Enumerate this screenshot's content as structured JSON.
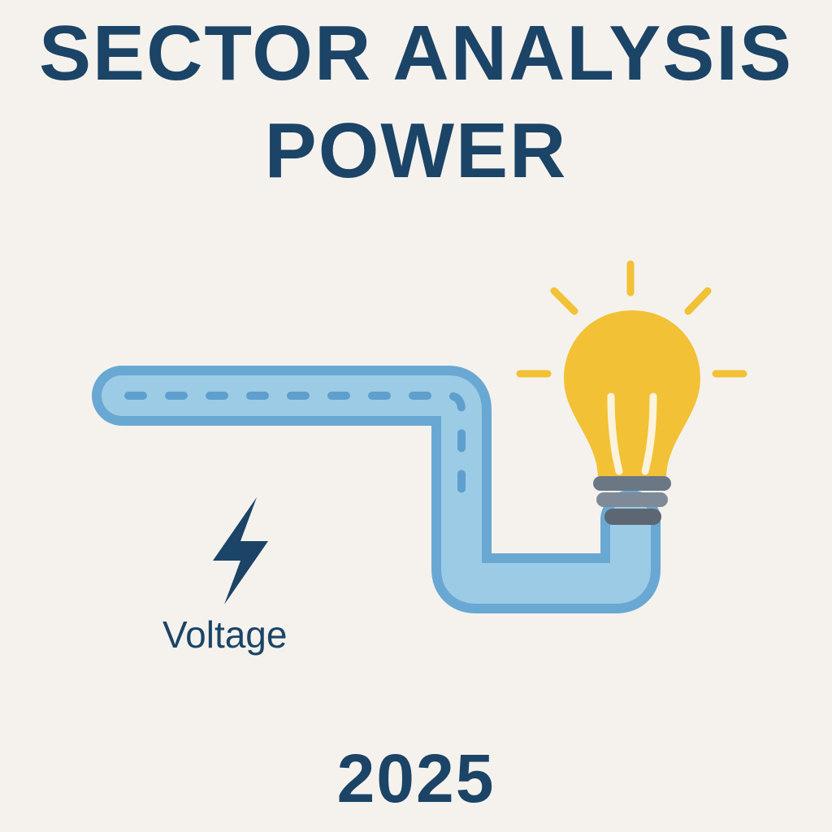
{
  "header": {
    "title_line1": "SECTOR ANALYSIS",
    "title_line2": "POWER"
  },
  "illustration": {
    "label": "Voltage",
    "icons": [
      "lightning-bolt-icon",
      "light-bulb-icon",
      "light-rays-icon"
    ],
    "colors": {
      "background": "#f5f2ed",
      "text": "#1b4467",
      "cable_outer": "#6aa8d4",
      "cable_inner": "#9ccbe6",
      "bulb": "#f2c135",
      "bulb_base": "#6b7784"
    }
  },
  "footer": {
    "year": "2025"
  }
}
